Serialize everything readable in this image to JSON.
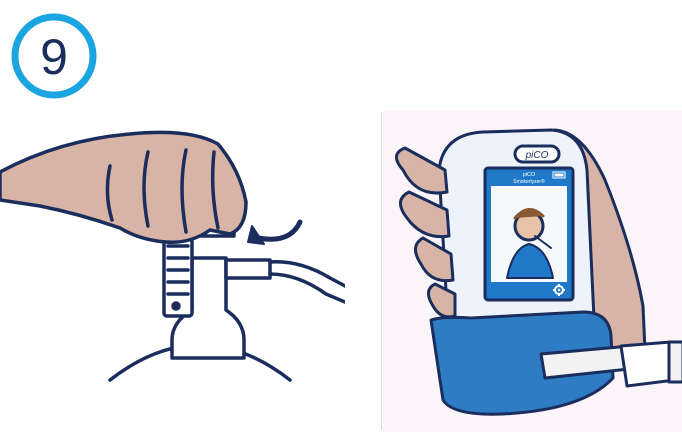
{
  "step": {
    "number": "9"
  },
  "device": {
    "brand": "piCO",
    "screen_title": "piCO",
    "screen_subtitle": "Smokerlyzer®",
    "icons": [
      "battery-icon",
      "gear-icon"
    ]
  },
  "colors": {
    "badge_ring": "#1ba5e0",
    "badge_text": "#1a2d5c",
    "outline": "#1a2d5c",
    "skin": "#d8b4a7",
    "device_body": "#eef3fb",
    "device_rubber": "#2e7cc4",
    "screen": "#1f78c8",
    "background_right": "#fbf5fa"
  }
}
